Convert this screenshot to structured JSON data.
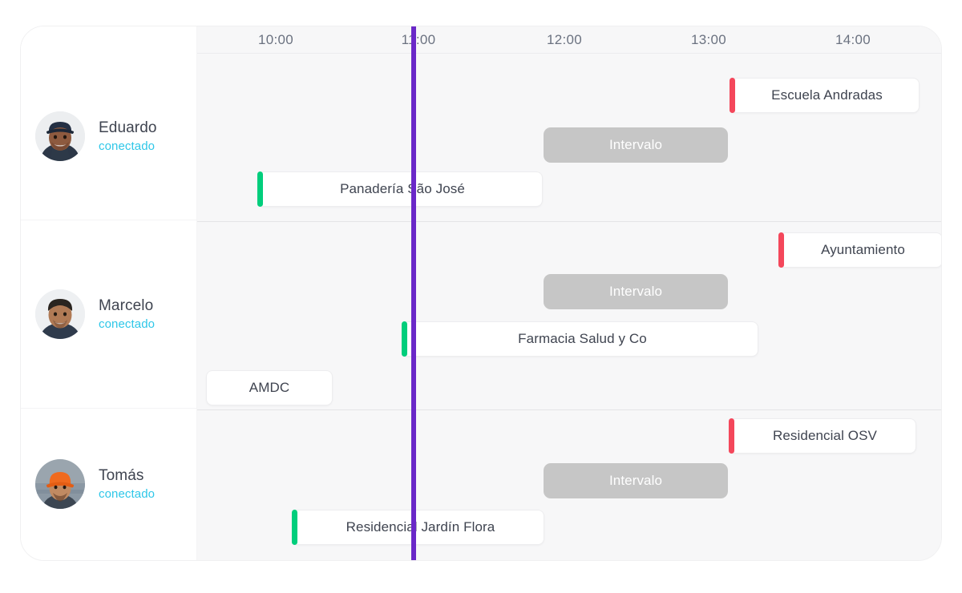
{
  "timeline": {
    "time_ticks": [
      "10:00",
      "11:00",
      "12:00",
      "13:00",
      "14:00"
    ],
    "now_indicator_time": "11:00",
    "accent_colors": {
      "red": "#f4475b",
      "green": "#00ce7c",
      "now_line_purple": "#6a28c8",
      "interval_gray": "#c6c6c6",
      "status_cyan": "#2ec7e8"
    }
  },
  "resources": [
    {
      "name": "Eduardo",
      "status": "conectado",
      "avatar_icon": "avatar-eduardo-cap",
      "events": [
        {
          "label": "Escuela Andradas",
          "accent": "red"
        },
        {
          "label": "Intervalo",
          "accent": "none"
        },
        {
          "label": "Panadería São José",
          "accent": "green"
        }
      ]
    },
    {
      "name": "Marcelo",
      "status": "conectado",
      "avatar_icon": "avatar-marcelo",
      "events": [
        {
          "label": "Ayuntamiento",
          "accent": "red"
        },
        {
          "label": "Intervalo",
          "accent": "none"
        },
        {
          "label": "Farmacia Salud y Co",
          "accent": "green"
        },
        {
          "label": "AMDC",
          "accent": "none"
        }
      ]
    },
    {
      "name": "Tomás",
      "status": "conectado",
      "avatar_icon": "avatar-tomas-helmet",
      "events": [
        {
          "label": "Residencial OSV",
          "accent": "red"
        },
        {
          "label": "Intervalo",
          "accent": "none"
        },
        {
          "label": "Residencial Jardín Flora",
          "accent": "green"
        }
      ]
    }
  ]
}
